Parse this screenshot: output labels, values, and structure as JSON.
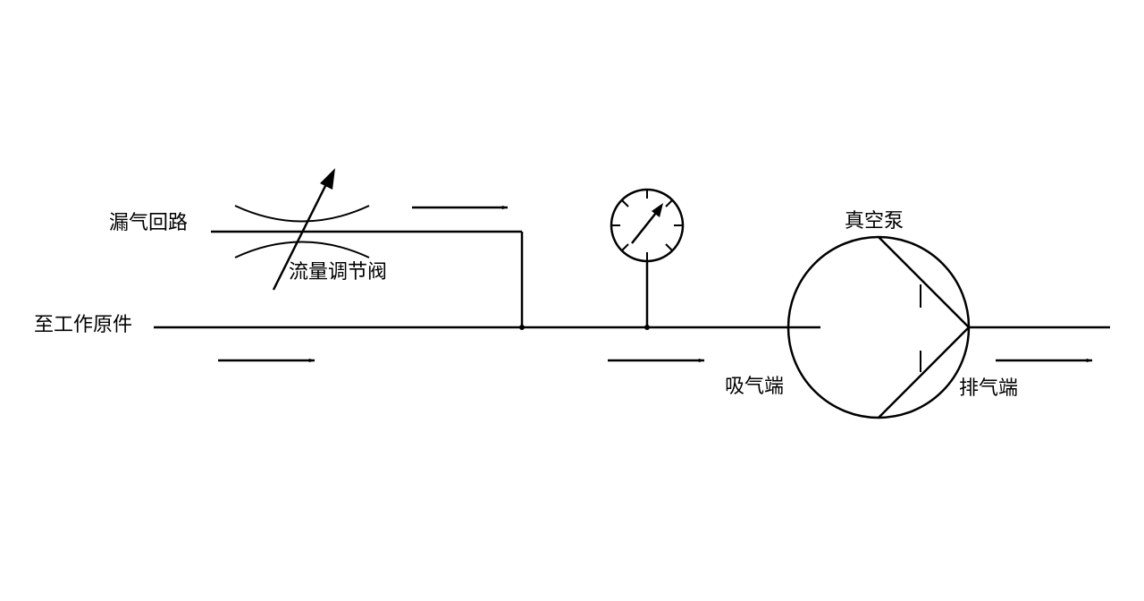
{
  "labels": {
    "leak_circuit": "漏气回路",
    "flow_valve": "流量调节阀",
    "to_workpiece": "至工作原件",
    "vacuum_pump": "真空泵",
    "suction_end": "吸气端",
    "exhaust_end": "排气端"
  },
  "colors": {
    "stroke": "#000000",
    "background": "#ffffff"
  },
  "icons": {
    "valve": "adjustable-flow-valve-icon",
    "gauge": "pressure-gauge-icon",
    "pump": "vacuum-pump-icon"
  }
}
